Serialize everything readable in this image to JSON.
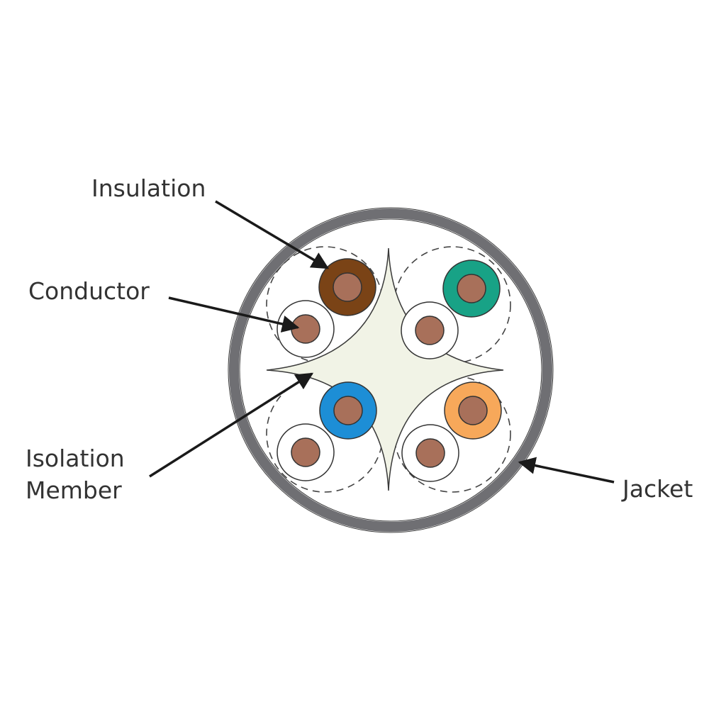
{
  "labels": {
    "insulation": "Insulation",
    "conductor": "Conductor",
    "isolation_line1": "Isolation",
    "isolation_line2": "Member",
    "jacket": "Jacket"
  },
  "colors": {
    "jacket": "#6f6f73",
    "cable_interior": "#ffffff",
    "conductor": "#a8705a",
    "insulation_brown": "#7a4316",
    "insulation_green": "#18a286",
    "insulation_blue": "#1d8ed6",
    "insulation_orange": "#f7a85a",
    "insulation_white": "#ffffff",
    "separator": "#f1f3e6",
    "arrow": "#1a1a1a"
  }
}
